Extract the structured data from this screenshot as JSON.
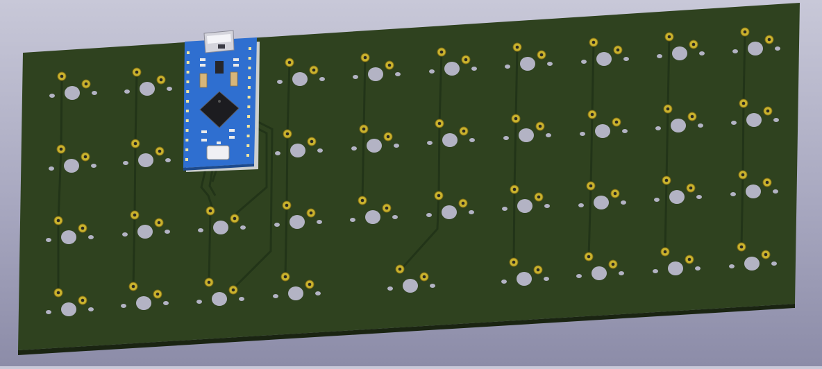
{
  "viewer": {
    "type": "pcb-3d-view",
    "background_color_top": "#c8c8d8",
    "background_color_bottom": "#8c8ca8"
  },
  "board": {
    "soldermask_color": "#2f421f",
    "edge_color": "#1a2412",
    "trace_color": "#223418",
    "pad_color": "#c9b22e",
    "hole_color": "#b3b3c4",
    "columns": 10,
    "rows": 4,
    "switch_footprint_count": 37
  },
  "module": {
    "name": "microcontroller-module",
    "pcb_color": "#2f6fd0",
    "connector": "micro-usb",
    "ic_package": "qfn"
  }
}
